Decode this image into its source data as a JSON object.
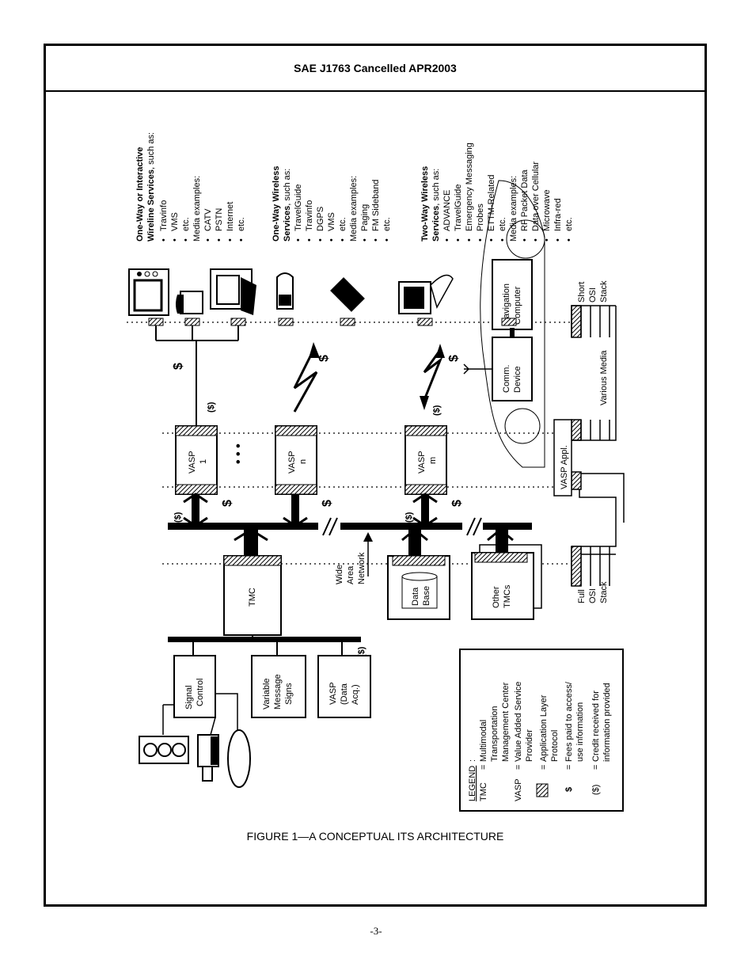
{
  "header": {
    "title": "SAE J1763 Cancelled APR2003"
  },
  "caption": "FIGURE 1—A CONCEPTUAL ITS ARCHITECTURE",
  "page_number": "-3-",
  "diagram": {
    "nodes": {
      "tmc": "TMC",
      "vasp1": [
        "VASP",
        "1"
      ],
      "vaspn": [
        "VASP",
        "n"
      ],
      "vaspm": [
        "VASP",
        "m"
      ],
      "ellipsis": "• • •",
      "database": [
        "Data",
        "Base"
      ],
      "other_tmcs": [
        "Other",
        "TMCs"
      ],
      "signal_control": [
        "Signal",
        "Control"
      ],
      "vms": [
        "Variable",
        "Message",
        "Signs"
      ],
      "vasp_data": [
        "VASP",
        "(Data",
        "Acq.)"
      ],
      "comm_device": [
        "Comm.",
        "Device"
      ],
      "nav_computer": [
        "Navigation",
        "Computer"
      ],
      "vasp_appl": "VASP Appl.",
      "wide_area_network": [
        "Wide",
        "Area",
        "Network"
      ],
      "full_osi": [
        "Full",
        "OSI",
        "Stack"
      ],
      "short_osi": [
        "Short",
        "OSI",
        "Stack"
      ],
      "various_media": "Various Media"
    },
    "markers": {
      "fee": "$",
      "credit": "($)"
    },
    "services": {
      "wireline": {
        "heading_bold": [
          "One-Way or Interactive",
          "Wireline Services"
        ],
        "heading_suffix": ", such as:",
        "items": [
          "Travinfo",
          "VMS",
          "etc."
        ],
        "media_label": "Media examples:",
        "media": [
          "CATV",
          "PSTN",
          "Internet",
          "etc."
        ]
      },
      "one_way_wireless": {
        "heading_bold": [
          "One-Way Wireless",
          "Services"
        ],
        "heading_suffix": ", such as:",
        "items": [
          "TravelGuide",
          "Travinfo",
          "DGPS",
          "VMS",
          "etc."
        ],
        "media_label": "Media examples:",
        "media": [
          "Paging",
          "FM Sideband",
          "etc."
        ]
      },
      "two_way_wireless": {
        "heading_bold": [
          "Two-Way Wireless",
          "Services"
        ],
        "heading_suffix": ", such as:",
        "items": [
          "ADVANCE",
          "TravelGuide",
          "Emergency Messaging",
          "Probes",
          "ETTM-Related",
          "etc."
        ],
        "media_label": "Media examples:",
        "media": [
          "RF Packet Data",
          "Data over Cellular",
          "Microwave",
          "Infra-red",
          "etc."
        ]
      }
    },
    "legend": {
      "title": "LEGEND",
      "rows": [
        {
          "symbol": "TMC",
          "eq": "=",
          "lines": [
            "Multimodal",
            "Transportation",
            "Management Center"
          ]
        },
        {
          "symbol": "VASP",
          "eq": "=",
          "lines": [
            "Value Added Service",
            "Provider"
          ]
        },
        {
          "symbol": "",
          "eq": "=",
          "lines": [
            "Application Layer",
            "Protocol"
          ]
        },
        {
          "symbol": "$",
          "eq": "=",
          "lines": [
            "Fees paid to access/",
            "use information"
          ]
        },
        {
          "symbol": "($)",
          "eq": "=",
          "lines": [
            "Credit received for",
            "information provided"
          ]
        }
      ]
    }
  }
}
